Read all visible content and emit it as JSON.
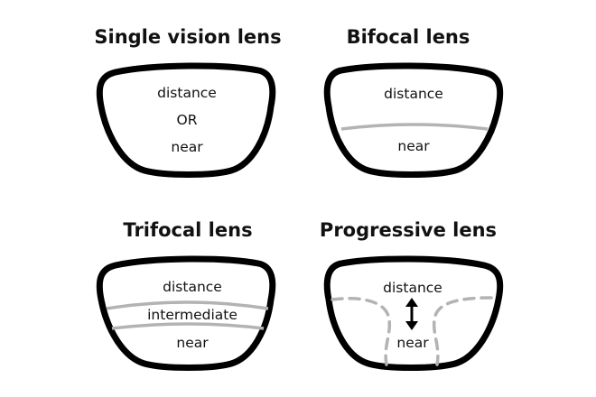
{
  "colors": {
    "frame": "#000000",
    "zone_boundary": "#b3b3b3",
    "text": "#111111",
    "background": "#ffffff"
  },
  "lenses": [
    {
      "title": "Single vision lens",
      "labels": [
        "distance",
        "OR",
        "near"
      ]
    },
    {
      "title": "Bifocal lens",
      "labels": [
        "distance",
        "near"
      ]
    },
    {
      "title": "Trifocal lens",
      "labels": [
        "distance",
        "intermediate",
        "near"
      ]
    },
    {
      "title": "Progressive lens",
      "labels": [
        "distance",
        "near"
      ],
      "icons": [
        "double-arrow-vertical-icon"
      ]
    }
  ]
}
